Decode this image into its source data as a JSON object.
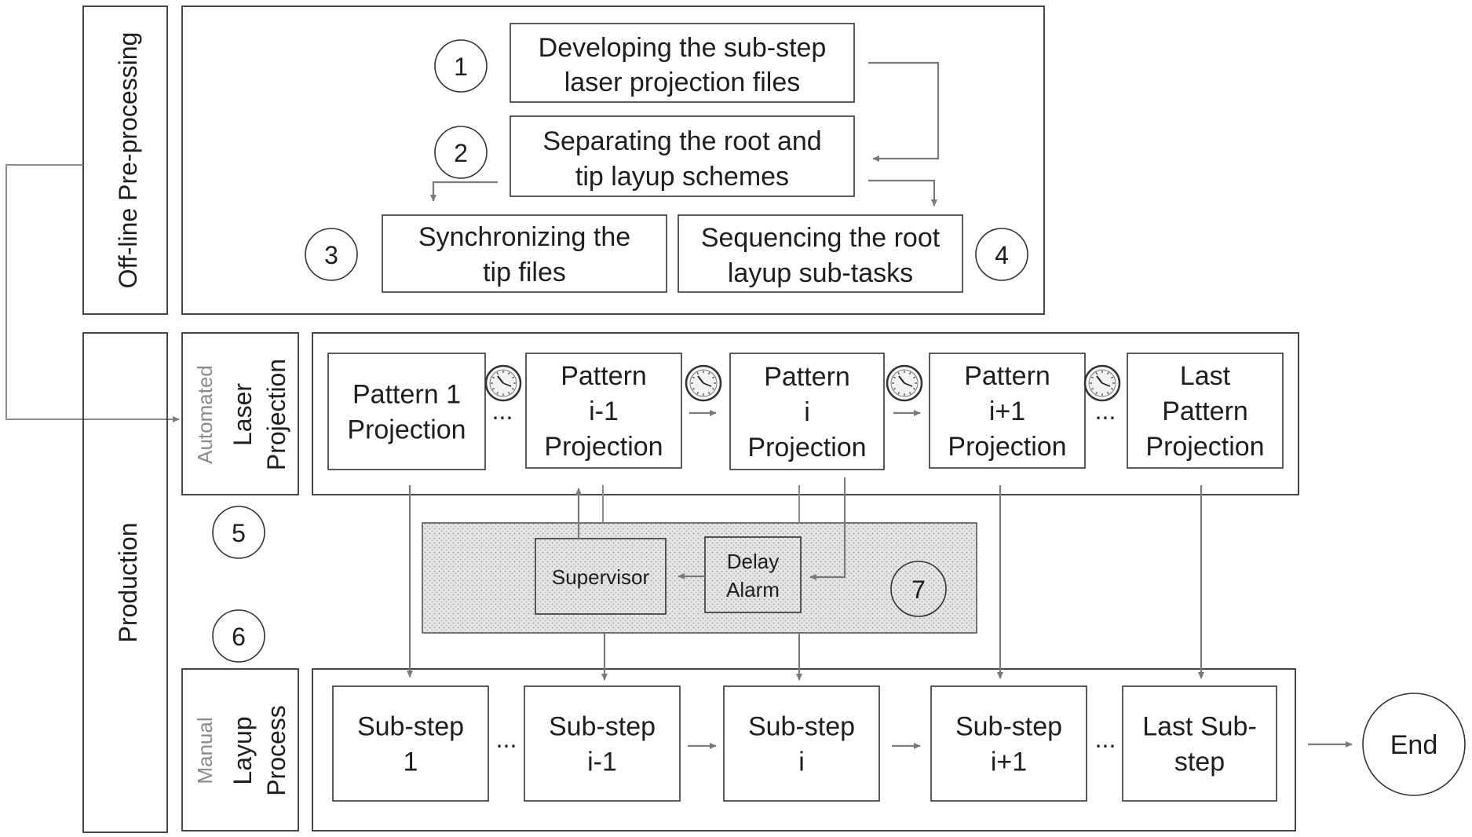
{
  "sections": {
    "offline": "Off-line Pre-processing",
    "production": "Production",
    "laser_automated": "Automated",
    "laser_line1": "Laser",
    "laser_line2": "Projection",
    "manual_label": "Manual",
    "manual_line1": "Layup",
    "manual_line2": "Process"
  },
  "steps": {
    "s1": [
      "Developing the sub-step",
      "laser projection files"
    ],
    "s2": [
      "Separating the root and",
      "tip layup schemes"
    ],
    "s3": [
      "Synchronizing the",
      "tip files"
    ],
    "s4": [
      "Sequencing the root",
      "layup sub-tasks"
    ]
  },
  "numbers": [
    "1",
    "2",
    "3",
    "4",
    "5",
    "6",
    "7"
  ],
  "patterns": [
    [
      "Pattern 1",
      "Projection"
    ],
    [
      "Pattern",
      "i-1",
      "Projection"
    ],
    [
      "Pattern",
      "i",
      "Projection"
    ],
    [
      "Pattern",
      "i+1",
      "Projection"
    ],
    [
      "Last",
      "Pattern",
      "Projection"
    ]
  ],
  "substeps": [
    [
      "Sub-step",
      "1"
    ],
    [
      "Sub-step",
      "i-1"
    ],
    [
      "Sub-step",
      "i"
    ],
    [
      "Sub-step",
      "i+1"
    ],
    [
      "Last Sub-",
      "step"
    ]
  ],
  "ellipsis": "...",
  "supervisor": "Supervisor",
  "delay_alarm": [
    "Delay",
    "Alarm"
  ],
  "end": "End",
  "colors": {
    "stroke": "#333333",
    "arrow": "#7a7a7a",
    "stipple": "#d9d9d9"
  }
}
